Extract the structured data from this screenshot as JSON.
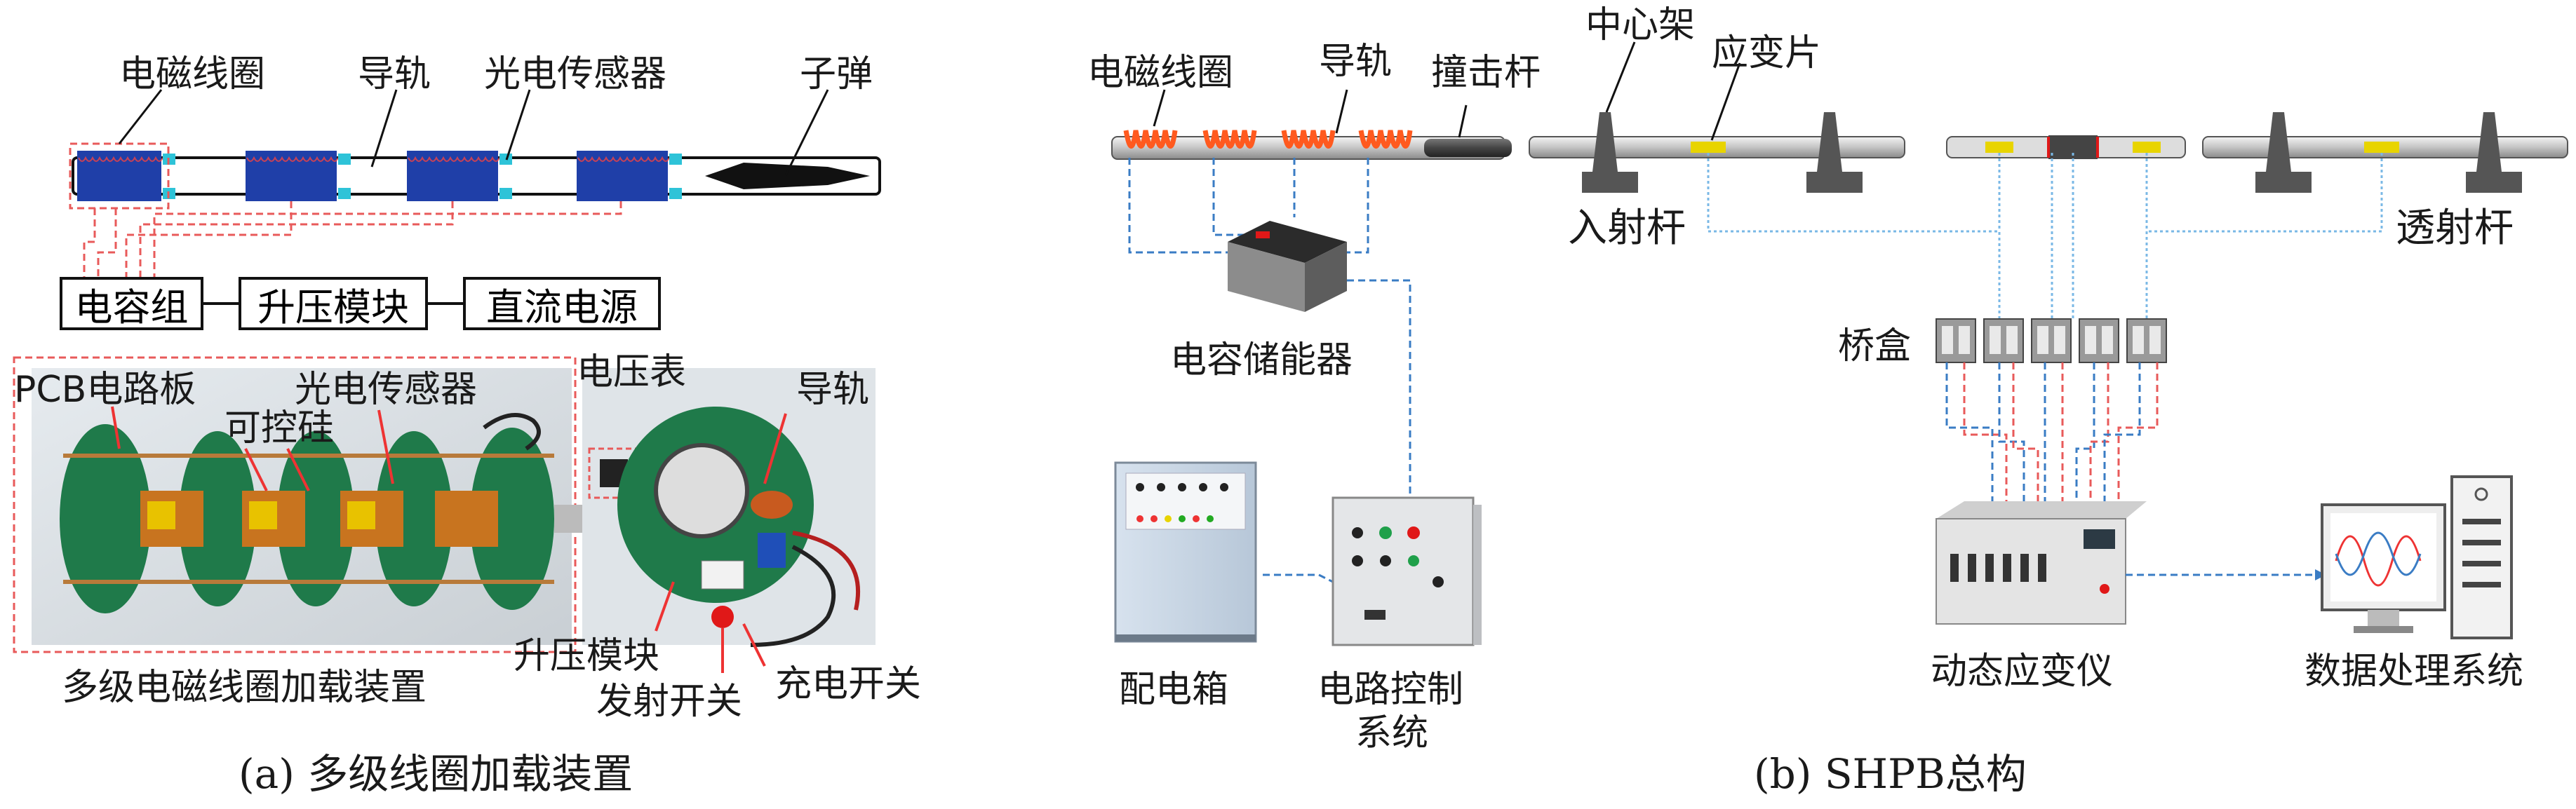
{
  "panel_a": {
    "labels": {
      "coil": "电磁线圈",
      "rail": "导轨",
      "sensor": "光电传感器",
      "bullet": "子弹",
      "capacitor_group": "电容组",
      "boost_module": "升压模块",
      "dc_power": "直流电源",
      "pcb": "PCB电路板",
      "thyristor": "可控硅",
      "sensor_photo": "光电传感器",
      "voltmeter": "电压表",
      "rail_photo": "导轨",
      "boost_photo": "升压模块",
      "fire_switch": "发射开关",
      "charge_switch": "充电开关",
      "device_name": "多级电磁线圈加载装置"
    },
    "caption": "(a) 多级线圈加载装置"
  },
  "panel_b": {
    "labels": {
      "coil": "电磁线圈",
      "rail": "导轨",
      "striker": "撞击杆",
      "center_frame": "中心架",
      "strain_gauge": "应变片",
      "incident_bar": "入射杆",
      "transmission_bar": "透射杆",
      "capacitor_storage": "电容储能器",
      "bridge_box": "桥盒",
      "distribution_box": "配电箱",
      "control_system_1": "电路控制",
      "control_system_2": "系统",
      "dynamic_strain": "动态应变仪",
      "data_system": "数据处理系统"
    },
    "caption": "(b) SHPB总构"
  },
  "colors": {
    "coil_blue": "#1f3fa8",
    "coil_orange": "#ff5a1f",
    "dash_red": "#e85a5a",
    "dash_blue": "#3a7cc4",
    "pcb_green": "#1f7a4a",
    "bar_gray": "#c9c9c9",
    "strain_yellow": "#e8d400"
  }
}
